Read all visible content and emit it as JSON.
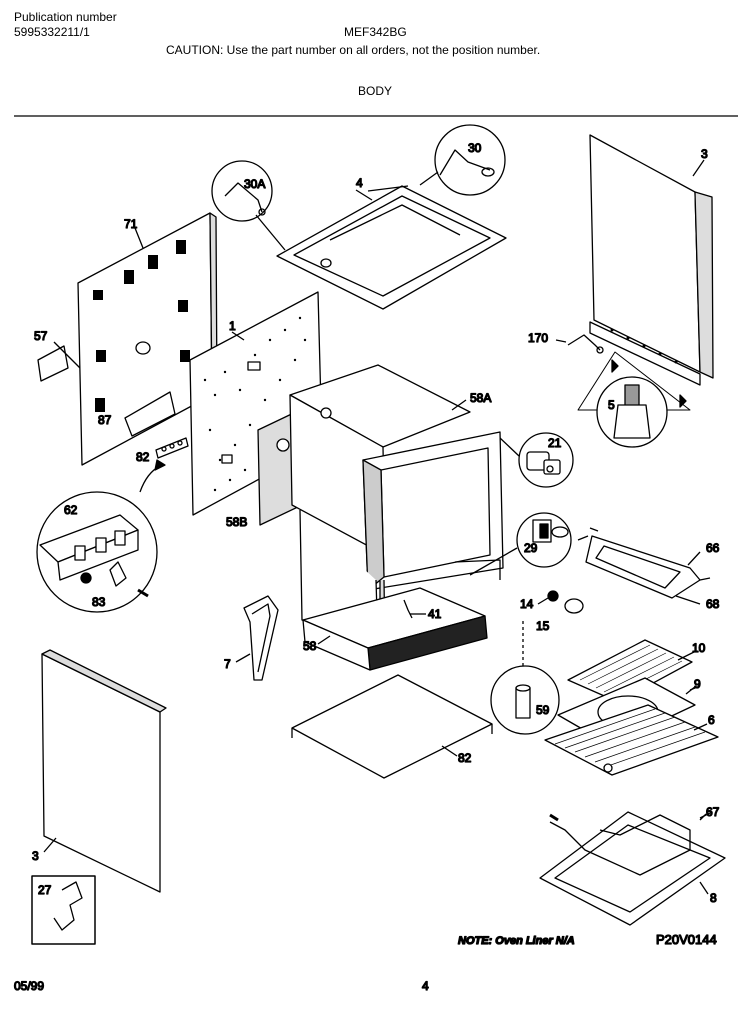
{
  "header": {
    "publication_label": "Publication number",
    "publication_number": "5995332211/1",
    "model": "MEF342BG",
    "caution": "CAUTION:  Use the part number on all orders, not the position number.",
    "section_title": "BODY"
  },
  "callouts": {
    "c71": "71",
    "c57": "57",
    "c87": "87",
    "c82a": "82",
    "c62": "62",
    "c83": "83",
    "c1": "1",
    "c58b": "58B",
    "c30a": "30A",
    "c4": "4",
    "c30": "30",
    "c3a": "3",
    "c170": "170",
    "c5": "5",
    "c58a": "58A",
    "c21": "21",
    "c29": "29",
    "c66": "66",
    "c68": "68",
    "c14": "14",
    "c15": "15",
    "c41": "41",
    "c58": "58",
    "c7": "7",
    "c10": "10",
    "c9": "9",
    "c6": "6",
    "c59": "59",
    "c82b": "82",
    "c67": "67",
    "c8": "8",
    "c3b": "3",
    "c27": "27"
  },
  "footer": {
    "note": "NOTE:  Oven Liner N/A",
    "drawing_code": "P20V0144",
    "date": "05/99",
    "page": "4"
  }
}
